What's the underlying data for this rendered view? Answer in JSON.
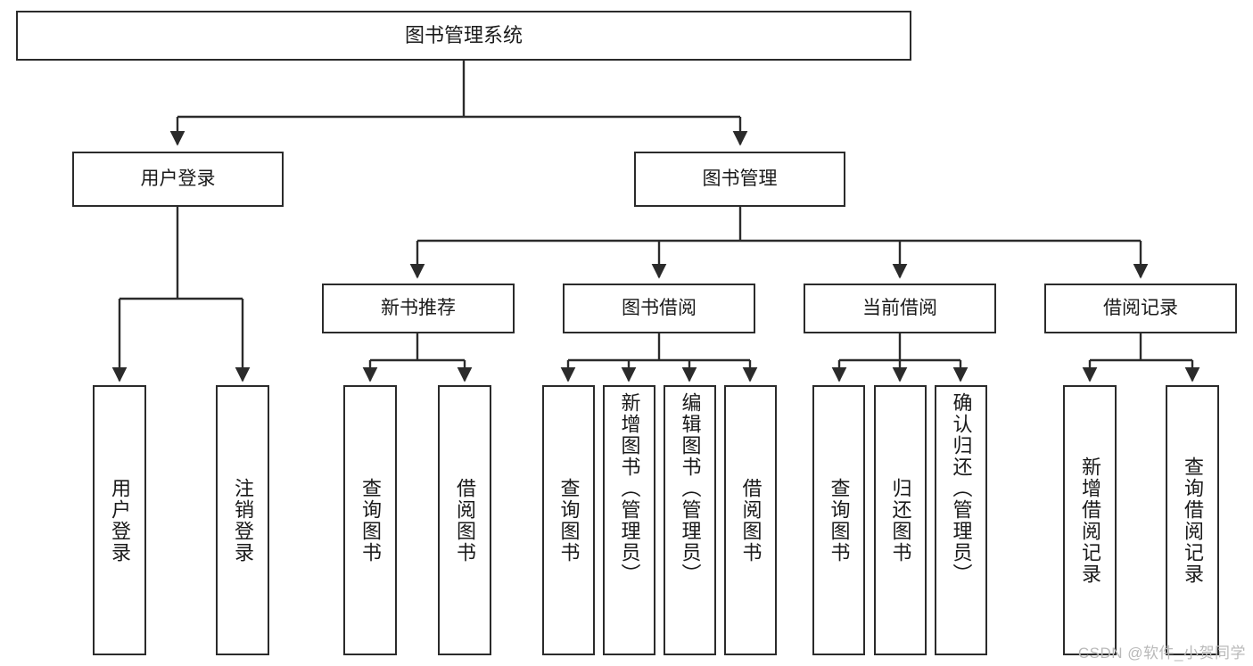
{
  "diagram": {
    "title": "图书管理系统",
    "type": "tree-hierarchy-functional-decomposition",
    "accent_color": "#2b2b2b",
    "background_color": "#ffffff",
    "watermark": "CSDN @软件_小贺同学",
    "nodes": {
      "root": {
        "label": "图书管理系统"
      },
      "level2": [
        {
          "id": "user-login",
          "label": "用户登录"
        },
        {
          "id": "book-management",
          "label": "图书管理"
        }
      ],
      "level3": [
        {
          "id": "new-book-recommend",
          "label": "新书推荐"
        },
        {
          "id": "book-borrow",
          "label": "图书借阅"
        },
        {
          "id": "current-borrow",
          "label": "当前借阅"
        },
        {
          "id": "borrow-record",
          "label": "借阅记录"
        }
      ],
      "leaves": {
        "user_login": [
          {
            "id": "leaf-user-login",
            "label": "用户登录"
          },
          {
            "id": "leaf-logout-login",
            "label": "注销登录"
          }
        ],
        "new_book_recommend": [
          {
            "id": "leaf-query-book-1",
            "label": "查询图书"
          },
          {
            "id": "leaf-borrow-book-1",
            "label": "借阅图书"
          }
        ],
        "book_borrow": [
          {
            "id": "leaf-query-book-2",
            "label": "查询图书"
          },
          {
            "id": "leaf-add-book",
            "label": "新增图书（管理员）"
          },
          {
            "id": "leaf-edit-book",
            "label": "编辑图书（管理员）"
          },
          {
            "id": "leaf-borrow-book-2",
            "label": "借阅图书"
          }
        ],
        "current_borrow": [
          {
            "id": "leaf-query-book-3",
            "label": "查询图书"
          },
          {
            "id": "leaf-return-book",
            "label": "归还图书"
          },
          {
            "id": "leaf-confirm-return",
            "label": "确认归还（管理员）"
          }
        ],
        "borrow_record": [
          {
            "id": "leaf-add-borrow-record",
            "label": "新增借阅记录"
          },
          {
            "id": "leaf-query-borrow-record",
            "label": "查询借阅记录"
          }
        ]
      }
    }
  }
}
